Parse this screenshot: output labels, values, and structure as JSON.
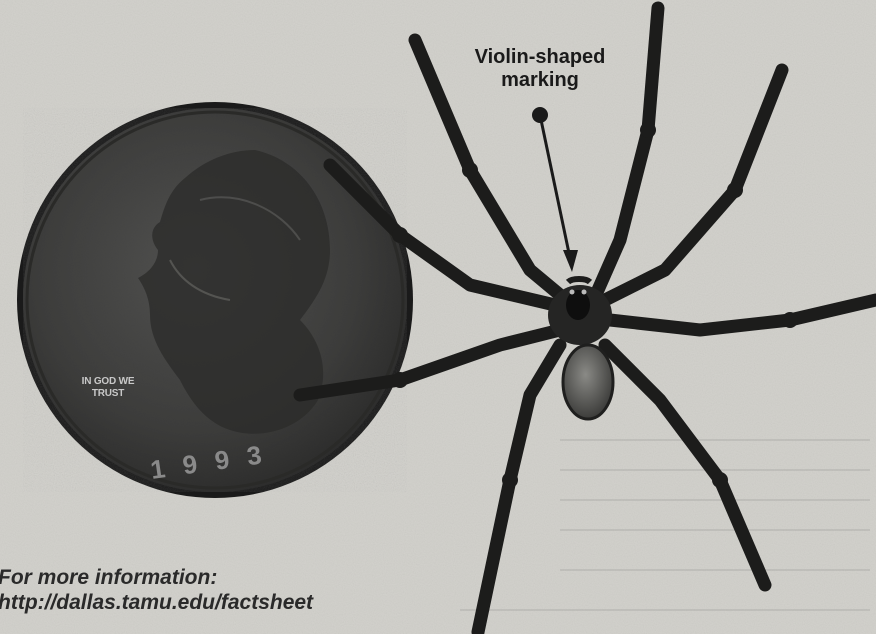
{
  "header_caption": {
    "line1": "Violin-shaped",
    "line2": "marking"
  },
  "coin": {
    "motto_line1": "IN GOD WE",
    "motto_line2": "TRUST",
    "year": "1993"
  },
  "footer": {
    "line1": "For more information:",
    "line2": "http://dallas.tamu.edu/factsheet"
  }
}
